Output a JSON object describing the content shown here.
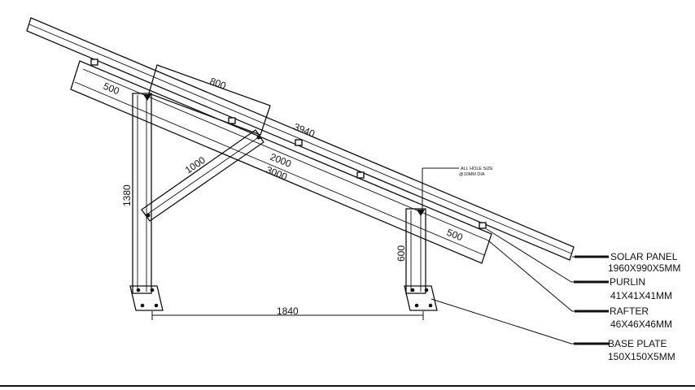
{
  "dimensions": {
    "panel_length": "3940",
    "panel_width": "800",
    "rafter_overhang_top": "500",
    "rafter_overhang_bottom": "500",
    "brace_length": "1000",
    "purlin_spacing": "2000",
    "rafter_length": "3000",
    "front_leg_height": "1380",
    "rear_leg_height": "600",
    "leg_spacing": "1840"
  },
  "note": {
    "line1": "ALL HOLE SIZE",
    "line2": "@10MM DIA"
  },
  "callouts": [
    {
      "name": "SOLAR PANEL",
      "spec": "1960X990X5MM"
    },
    {
      "name": "PURLIN",
      "spec": "41X41X41MM"
    },
    {
      "name": "RAFTER",
      "spec": "46X46X46MM"
    },
    {
      "name": "BASE PLATE",
      "spec": "150X150X5MM"
    }
  ],
  "colors": {
    "line": "#111111",
    "background": "#ffffff"
  }
}
